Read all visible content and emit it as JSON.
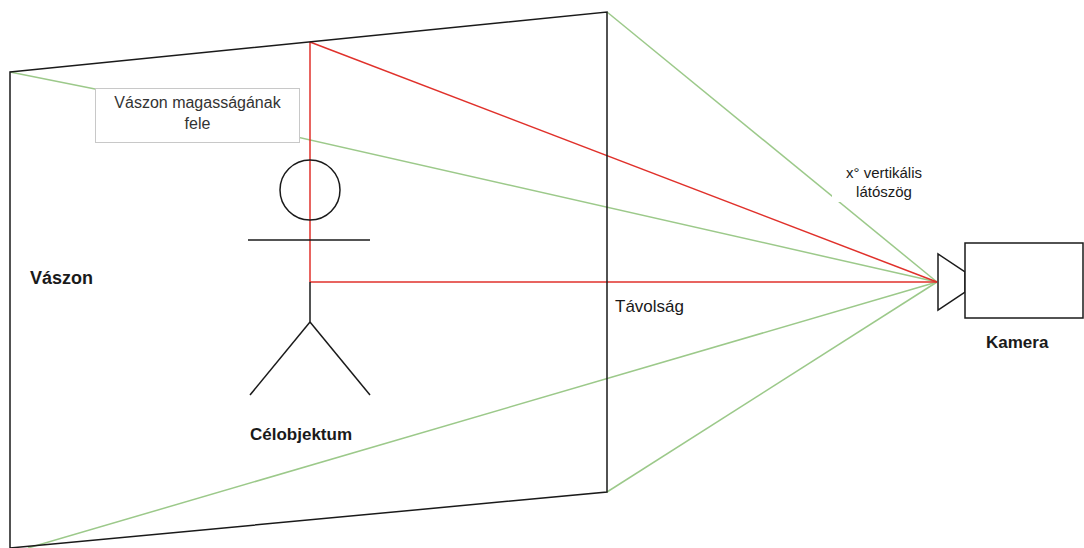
{
  "diagram": {
    "nodes": [
      {
        "text": [
          "Vászon"
        ]
      },
      {
        "text": [
          "Vászon magasságának fele"
        ],
        "in": 0
      },
      {
        "text": [
          "Kamera"
        ]
      }
    ],
    "labels": [
      "Célobjektum",
      "Távolság",
      "x° vertikális látószög"
    ]
  }
}
